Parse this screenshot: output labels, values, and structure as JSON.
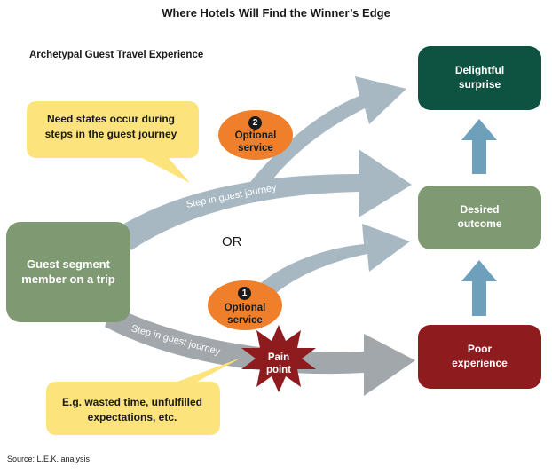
{
  "title": "Where Hotels Will Find the Winner’s Edge",
  "subtitle": "Archetypal Guest Travel Experience",
  "source": "Source: L.E.K. analysis",
  "or_label": "OR",
  "boxes": {
    "guest": "Guest segment\nmember on a trip",
    "delightful": "Delightful\nsurprise",
    "desired": "Desired\noutcome",
    "poor": "Poor\nexperience"
  },
  "notes": {
    "need_states": "Need states occur during\nsteps in the guest journey",
    "examples": "E.g. wasted time, unfulfilled\nexpectations, etc."
  },
  "services": {
    "upper": {
      "number": "2",
      "label": "Optional\nservice"
    },
    "lower": {
      "number": "1",
      "label": "Optional\nservice"
    }
  },
  "pain_point": "Pain\npoint",
  "step_label_upper": "Step in guest journey",
  "step_label_lower": "Step in guest journey",
  "colors": {
    "arrow": "#a8b8c2",
    "arrow_dark": "#a2a7ab",
    "dark_green": "#0e5342",
    "sage": "#7f9a72",
    "dark_red": "#8e1c1e",
    "note_yellow": "#fde37c",
    "orange": "#ef7f2a",
    "steel_blue": "#6e9fbb"
  }
}
